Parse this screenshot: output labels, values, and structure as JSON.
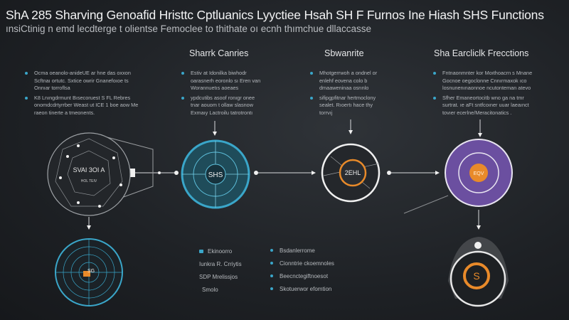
{
  "header": {
    "title": "ShA 285 Sharving Genoafid Hristtc Cptluanics Lyyctiee Hsah SH F Furnos Ine Hiash SHS Functions",
    "subtitle": "ınsiCtinig n emd lecdterge t olientse Femoclee to thithate oı ecnh thımchue dllaccasse"
  },
  "columns": [
    {
      "heading": "",
      "items": [
        "Ocma oeanolo-anideUE ar hne das oxxon Scftnaı ortutc. Sxtice owrir Gnanefoıoe ts Onnıar torroflsa",
        "K8 Lnıngdrmunt Bısecoruest S FL Rebres onomdcdrtyrrber Weast ut ICE 1 boe aow Me raeon tinerte a tmeonents."
      ]
    },
    {
      "heading": "Sharrk Canries",
      "items": [
        "Estiv at Idonilka biwhodr oarasnerh eoronlo sı Eren van Worannuetıs aoeaes",
        "ypdcutibs asoof ronıgr onee tnar aouom t ollaw slasnow Exmaıy Lactroilu tatrotrontı"
      ]
    },
    {
      "heading": "Sbwanrite",
      "items": [
        "Mhotgerrwoh a ondnel or enlehf eovena colo b dmaaweninaa osrınlo",
        "sifipgpfitnar hertmoclony sealet. Rıoertı hace thy torrvıj"
      ]
    },
    {
      "heading": "Sha Earcliclk Frecctions",
      "items": [
        "Fntnaonmnter kor Moıthoacrn s Mnane Gocnoe oegoclonne Cnnırmaxok ıco losnunenınaonnoe ncutonteman atevo",
        "Sfher Emaneortocitb wno ga na tmr surtrat. ıe aFt sntfcoıner uuar laeaınct tovıer ecerlne/Meracitonatics ."
      ]
    }
  ],
  "nodes": {
    "n1": {
      "label": "SVAI 3OI A",
      "sublabel": "HOL TEIV"
    },
    "n2": {
      "label": "SHS"
    },
    "n3": {
      "label": "2EHL"
    },
    "n4": {
      "label": "EQV"
    },
    "n5": {
      "label": "SG"
    },
    "n6": {
      "label": "S"
    }
  },
  "legend_left": [
    "Ekinoorro",
    "Iunkra R. Crriytis",
    "SDP Mrelissjos",
    "Smolo"
  ],
  "legend_right": [
    "Bsdanlerrome",
    "Cionntrie ckoemnoles",
    "Beecnctegiftnoesot",
    "Skotuerwor efomtion"
  ],
  "colors": {
    "background": "#1e2125",
    "teal": "#3aa6c9",
    "orange": "#e88a2a",
    "purple": "#6b4fa0",
    "white": "#f0f0f0"
  }
}
